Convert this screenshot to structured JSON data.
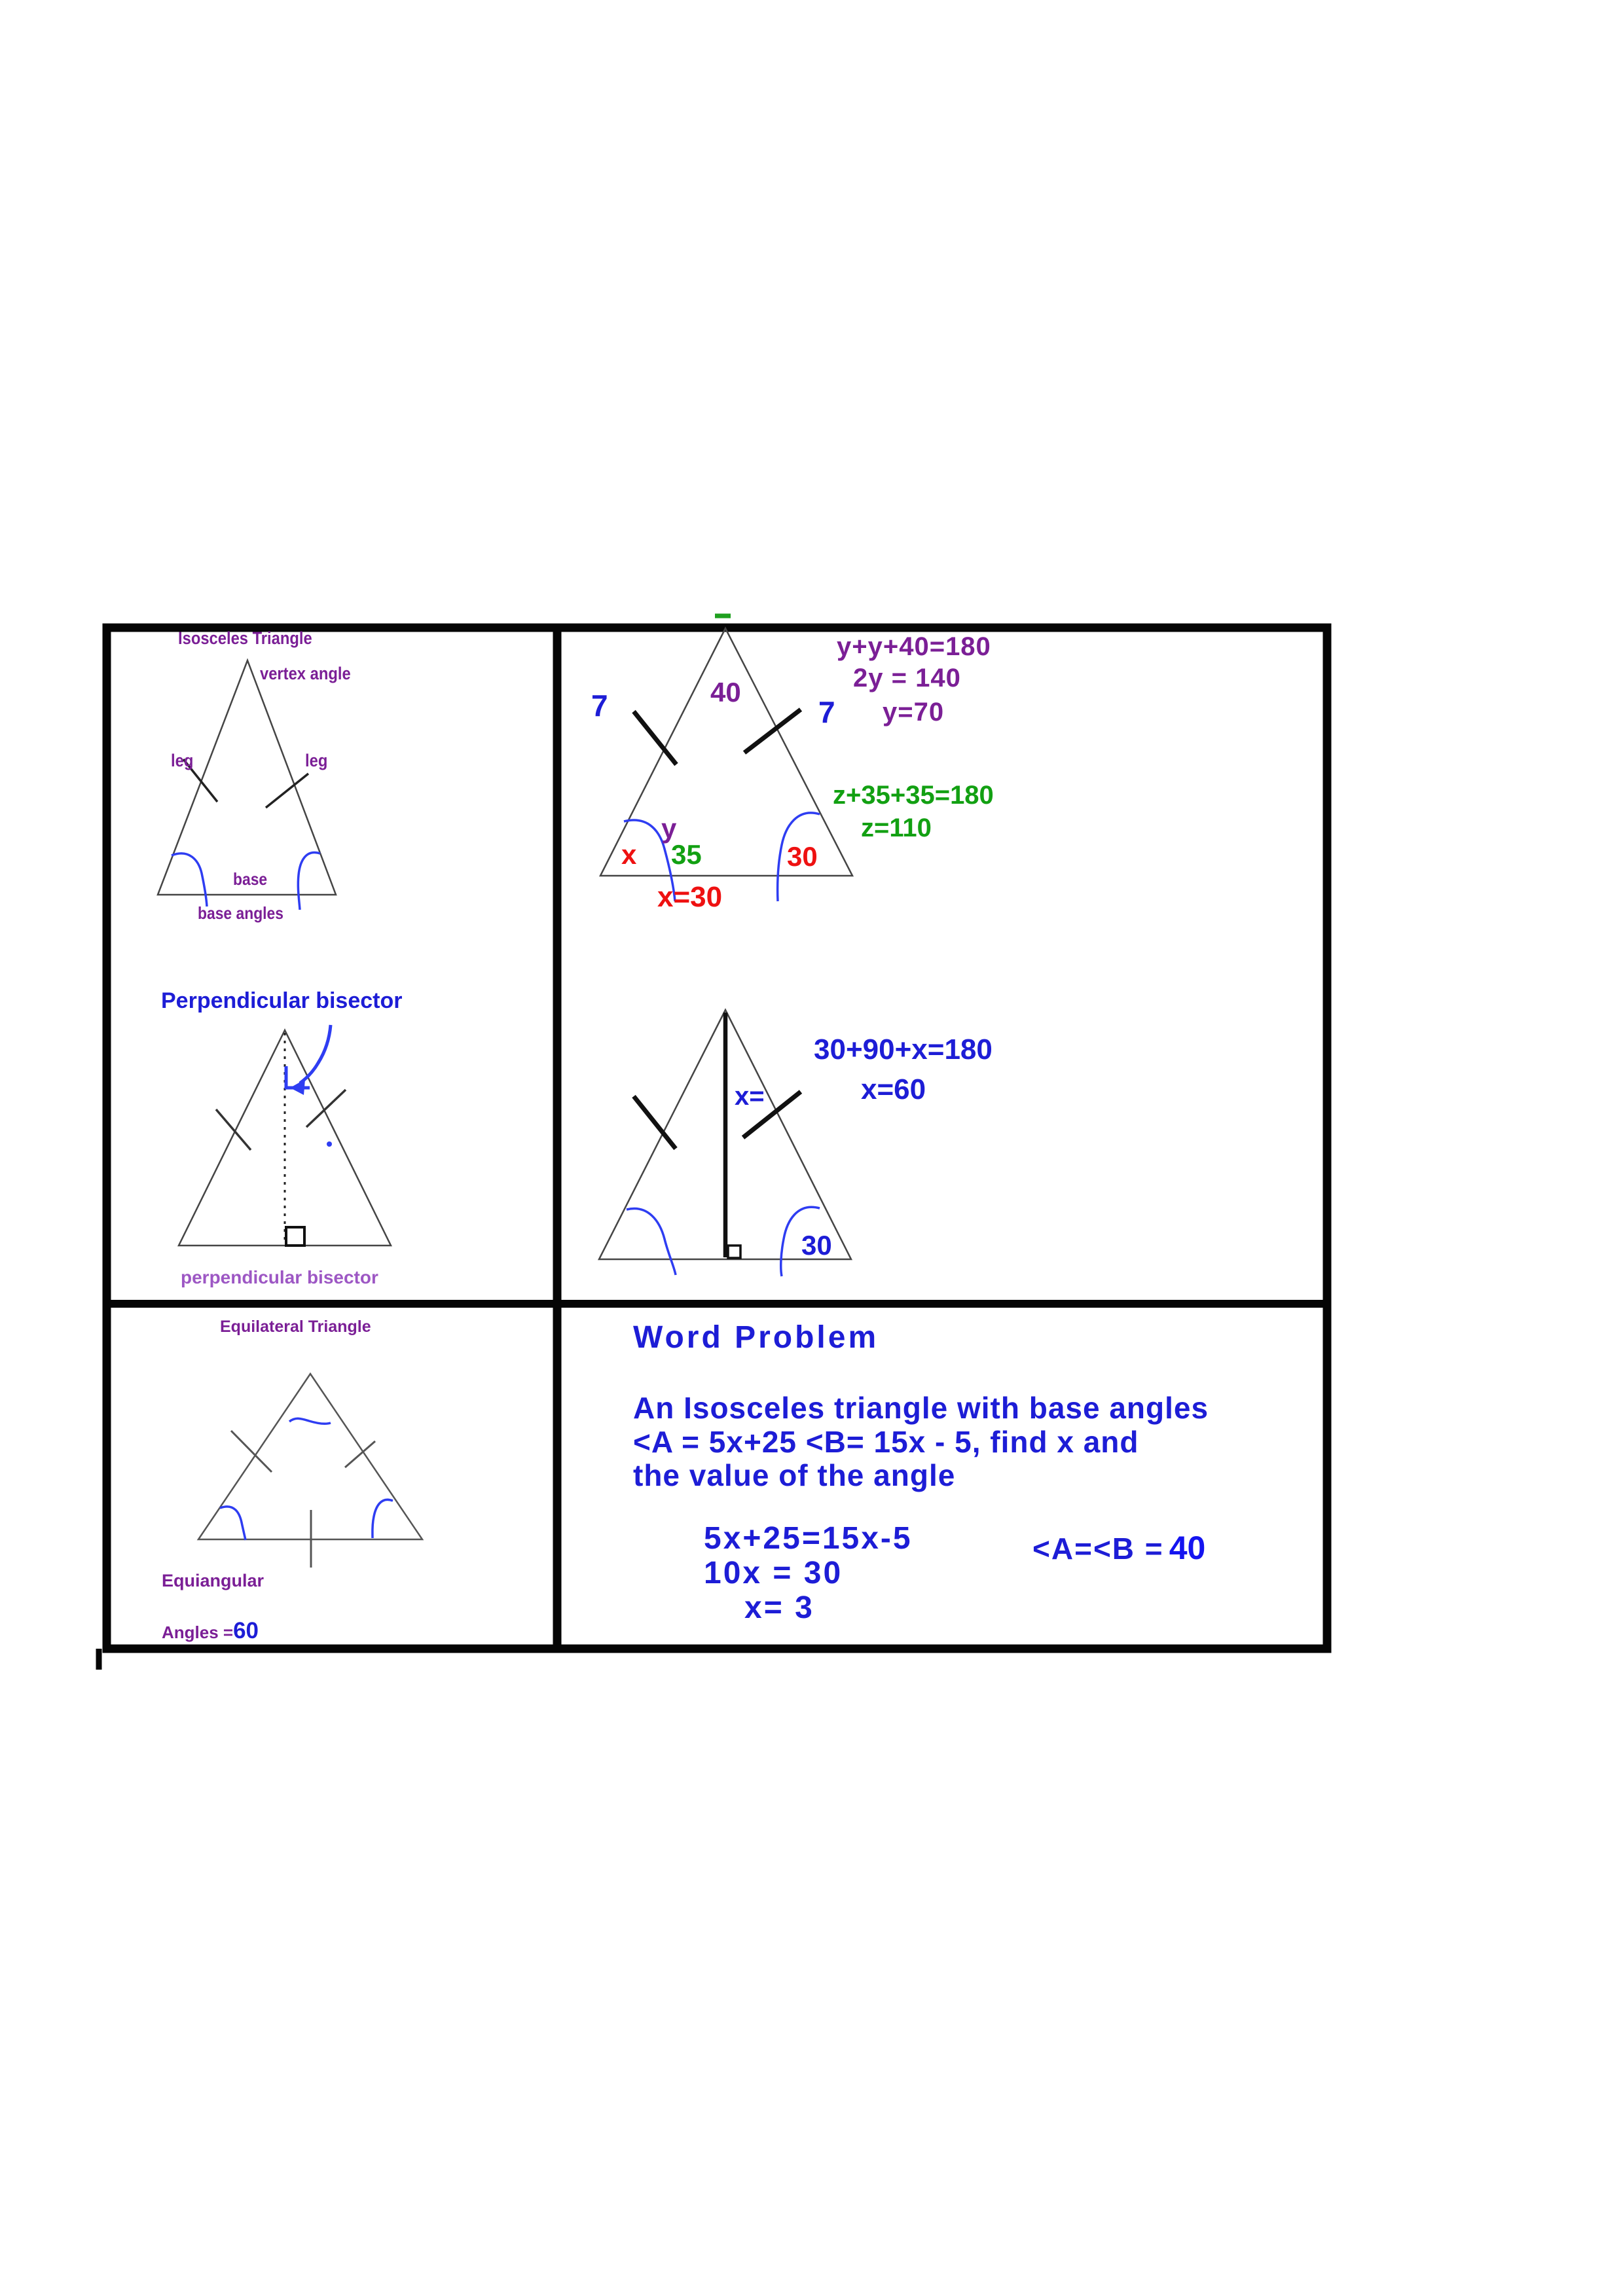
{
  "colors": {
    "heading_purple": "#7b1f96",
    "caption_violet": "#9d57c4",
    "text_blue": "#1d1dd6",
    "bright_blue": "#1414f0",
    "work_green": "#12a012",
    "work_red": "#ee1111",
    "handwriting_blue": "#2e3df2",
    "border_black": "#050505"
  },
  "isosceles_panel": {
    "title": "Isosceles Triangle",
    "vertex_angle": "vertex angle",
    "leg_left": "leg",
    "leg_right": "leg",
    "base": "base",
    "base_angles": "base angles"
  },
  "perpendicular_panel": {
    "title": "Perpendicular bisector",
    "caption": "perpendicular bisector"
  },
  "solved_panel": {
    "apex_angle": "40",
    "side_left": "7",
    "side_right": "7",
    "work_purple": [
      "y+y+40=180",
      "2y = 140",
      "y=70"
    ],
    "work_green": [
      "z+35+35=180",
      "z=110"
    ],
    "angle_y": "y",
    "angle_x": "x",
    "angle_35": "35",
    "angle_30": "30",
    "answer": "x=30"
  },
  "altitude_panel": {
    "work": [
      "30+90+x=180",
      "x=60"
    ],
    "altitude_label": "x=",
    "base_angle": "30"
  },
  "equilateral_panel": {
    "title": "Equilateral Triangle",
    "note": "Equiangular",
    "angles_prefix": "Angles = ",
    "angles_value": "60"
  },
  "word_problem_panel": {
    "title": "Word Problem",
    "problem_lines": [
      "An Isosceles triangle with base angles",
      "<A = 5x+25 <B= 15x - 5, find x and",
      "the value of the angle"
    ],
    "steps": [
      "5x+25=15x-5",
      "10x = 30",
      "x= 3"
    ],
    "answer_prefix": "<A=<B =",
    "answer_value": "40"
  }
}
